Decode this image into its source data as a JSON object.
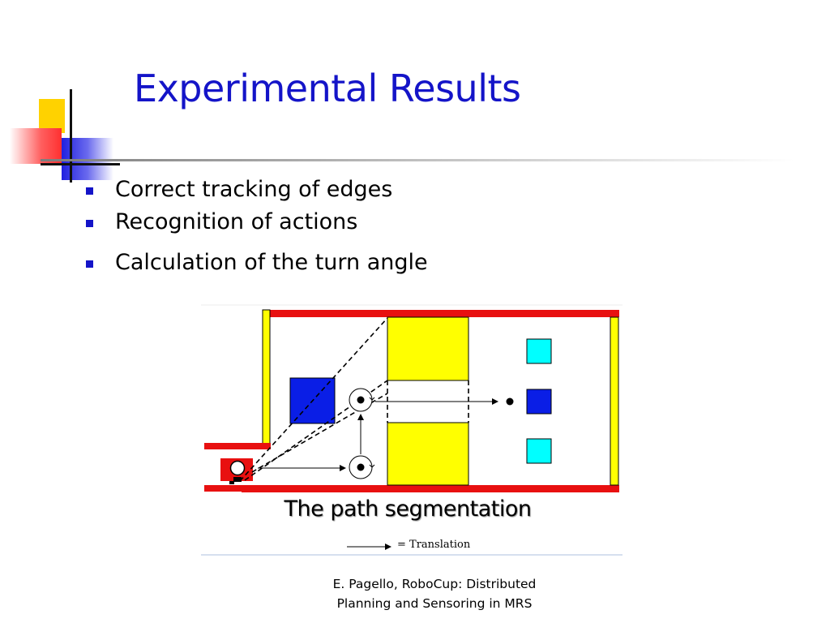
{
  "slide": {
    "title": "Experimental Results",
    "bullets": [
      "Correct tracking of edges",
      "Recognition of actions",
      "Calculation of the turn angle"
    ],
    "footer_line1": "E. Pagello, RoboCup: Distributed",
    "footer_line2": "Planning and Sensoring in MRS"
  },
  "figure": {
    "caption": "The path segmentation",
    "legend_label": "= Translation"
  },
  "colors": {
    "title": "#1414c8",
    "bullet": "#1414c8",
    "wall_red": "#e81010",
    "wall_yellow": "#ffff00",
    "block_yellow": "#ffff00",
    "robot_blue": "#0a1ee6",
    "marker_cyan": "#00ffff"
  }
}
